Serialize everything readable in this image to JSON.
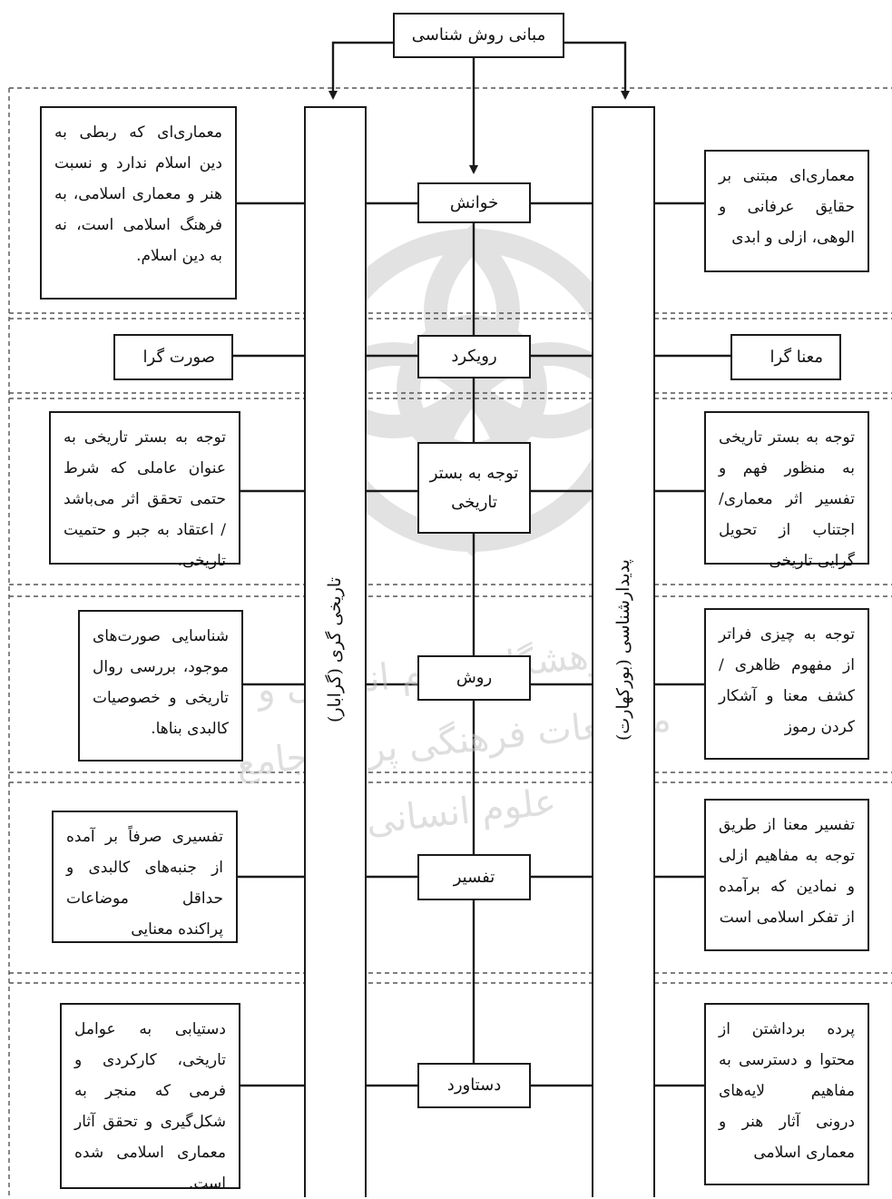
{
  "diagram": {
    "root": "مبانی روش شناسی",
    "left_column_title": "تاریخی گری (گرابار)",
    "right_column_title": "پدیدارشناسی (بورکهارت)",
    "rows": [
      {
        "center": "خوانش",
        "left": "معماری‌ای که ربطی به دین اسلام ندارد و نسبت هنر و معماری اسلامی، به فرهنگ اسلامی است، نه به دین اسلام.",
        "right": "معماری‌ای مبتنی بر حقایق عرفانی و الوهی، ازلی و ابدی"
      },
      {
        "center": "رویکرد",
        "left": "صورت گرا",
        "right": "معنا گرا"
      },
      {
        "center": "توجه به بستر تاریخی",
        "left": "توجه به بستر تاریخی به عنوان عاملی که شرط حتمی تحقق اثر می‌باشد / اعتقاد به جبر و حتمیت تاریخی.",
        "right": "توجه به بستر تاریخی به منظور فهم و تفسیر اثر معماری/ اجتناب از تحویل گرایی تاریخی"
      },
      {
        "center": "روش",
        "left": "شناسایی صورت‌های موجود، بررسی روال تاریخی و خصوصیات کالبدی بناها.",
        "right": "توجه به چیزی فراتر از مفهوم ظاهری / کشف معنا و آشکار کردن رموز"
      },
      {
        "center": "تفسیر",
        "left": "تفسیری صرفاً بر آمده از جنبه‌های کالبدی و حداقل موضاعات پراکنده معنایی",
        "right": "تفسیر معنا از طریق توجه به مفاهیم ازلی و نمادین که برآمده از تفکر اسلامی است"
      },
      {
        "center": "دستاورد",
        "left": "دستیابی به عوامل تاریخی، کارکردی و فرمی که منجر به شکل‌گیری و تحقق آثار معماری اسلامی شده است.",
        "right": "پرده برداشتن از محتوا و دسترسی به مفاهیم لایه‌های درونی آثار هنر و معماری اسلامی"
      }
    ],
    "watermark": "پژوهشگاه علوم انسانی و مطالعات فرهنگی  پرتال جامع علوم انسانی",
    "colors": {
      "line": "#1a1a1a",
      "dash": "#555555",
      "watermark": "#bdbdbd"
    }
  }
}
